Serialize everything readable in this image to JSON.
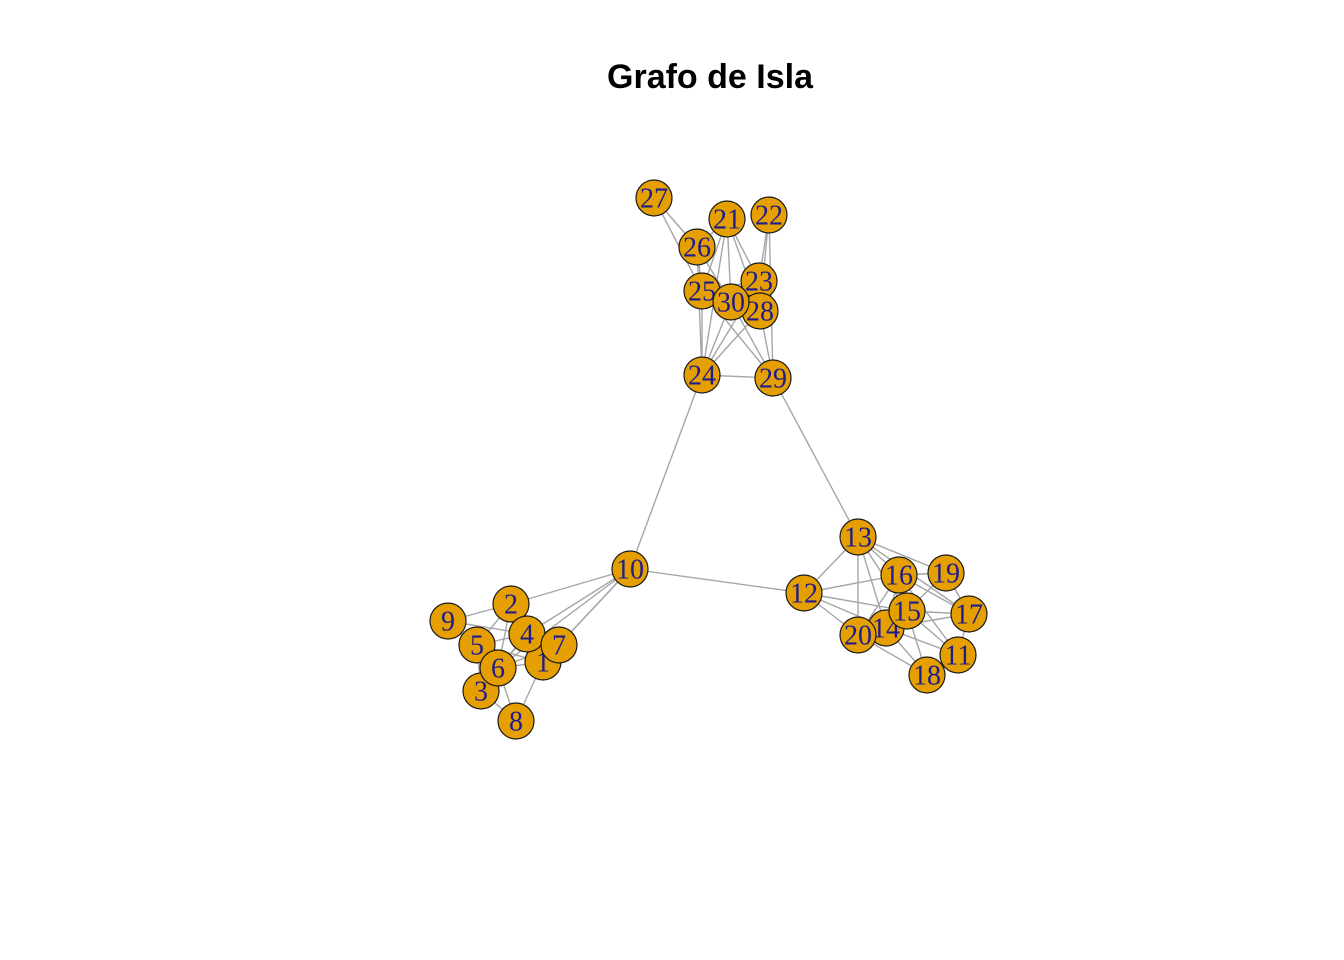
{
  "title": "Grafo de Isla",
  "colors": {
    "node_fill": "#E69F00",
    "node_stroke": "#1a1a1a",
    "label": "#1c1c8c",
    "edge": "#a6a6a6"
  },
  "nodes": [
    {
      "id": "1"
    },
    {
      "id": "2"
    },
    {
      "id": "3"
    },
    {
      "id": "4"
    },
    {
      "id": "5"
    },
    {
      "id": "6"
    },
    {
      "id": "7"
    },
    {
      "id": "8"
    },
    {
      "id": "9"
    },
    {
      "id": "10"
    },
    {
      "id": "11"
    },
    {
      "id": "12"
    },
    {
      "id": "13"
    },
    {
      "id": "14"
    },
    {
      "id": "15"
    },
    {
      "id": "16"
    },
    {
      "id": "17"
    },
    {
      "id": "18"
    },
    {
      "id": "19"
    },
    {
      "id": "20"
    },
    {
      "id": "21"
    },
    {
      "id": "22"
    },
    {
      "id": "23"
    },
    {
      "id": "24"
    },
    {
      "id": "25"
    },
    {
      "id": "26"
    },
    {
      "id": "27"
    },
    {
      "id": "28"
    },
    {
      "id": "29"
    },
    {
      "id": "30"
    }
  ],
  "edges": [
    [
      "2",
      "10"
    ],
    [
      "4",
      "10"
    ],
    [
      "7",
      "10"
    ],
    [
      "1",
      "10"
    ],
    [
      "6",
      "10"
    ],
    [
      "2",
      "4"
    ],
    [
      "2",
      "5"
    ],
    [
      "2",
      "7"
    ],
    [
      "2",
      "1"
    ],
    [
      "2",
      "6"
    ],
    [
      "9",
      "2"
    ],
    [
      "9",
      "4"
    ],
    [
      "9",
      "6"
    ],
    [
      "5",
      "4"
    ],
    [
      "5",
      "6"
    ],
    [
      "5",
      "3"
    ],
    [
      "5",
      "1"
    ],
    [
      "4",
      "7"
    ],
    [
      "4",
      "1"
    ],
    [
      "4",
      "6"
    ],
    [
      "6",
      "1"
    ],
    [
      "6",
      "3"
    ],
    [
      "6",
      "8"
    ],
    [
      "6",
      "7"
    ],
    [
      "3",
      "8"
    ],
    [
      "1",
      "8"
    ],
    [
      "3",
      "4"
    ],
    [
      "7",
      "1"
    ],
    [
      "10",
      "12"
    ],
    [
      "10",
      "24"
    ],
    [
      "12",
      "13"
    ],
    [
      "12",
      "16"
    ],
    [
      "12",
      "15"
    ],
    [
      "12",
      "20"
    ],
    [
      "12",
      "14"
    ],
    [
      "13",
      "16"
    ],
    [
      "13",
      "19"
    ],
    [
      "13",
      "14"
    ],
    [
      "13",
      "20"
    ],
    [
      "13",
      "15"
    ],
    [
      "13",
      "17"
    ],
    [
      "16",
      "19"
    ],
    [
      "16",
      "15"
    ],
    [
      "16",
      "14"
    ],
    [
      "16",
      "17"
    ],
    [
      "16",
      "11"
    ],
    [
      "16",
      "20"
    ],
    [
      "19",
      "17"
    ],
    [
      "19",
      "15"
    ],
    [
      "15",
      "17"
    ],
    [
      "15",
      "14"
    ],
    [
      "15",
      "11"
    ],
    [
      "15",
      "18"
    ],
    [
      "15",
      "20"
    ],
    [
      "17",
      "11"
    ],
    [
      "17",
      "14"
    ],
    [
      "14",
      "20"
    ],
    [
      "14",
      "18"
    ],
    [
      "14",
      "11"
    ],
    [
      "18",
      "11"
    ],
    [
      "20",
      "18"
    ],
    [
      "29",
      "13"
    ],
    [
      "24",
      "29"
    ],
    [
      "27",
      "26"
    ],
    [
      "27",
      "25"
    ],
    [
      "26",
      "21"
    ],
    [
      "26",
      "25"
    ],
    [
      "26",
      "30"
    ],
    [
      "21",
      "25"
    ],
    [
      "21",
      "24"
    ],
    [
      "21",
      "30"
    ],
    [
      "21",
      "23"
    ],
    [
      "21",
      "28"
    ],
    [
      "22",
      "28"
    ],
    [
      "22",
      "29"
    ],
    [
      "22",
      "23"
    ],
    [
      "23",
      "30"
    ],
    [
      "23",
      "28"
    ],
    [
      "23",
      "25"
    ],
    [
      "23",
      "24"
    ],
    [
      "25",
      "30"
    ],
    [
      "25",
      "24"
    ],
    [
      "25",
      "28"
    ],
    [
      "30",
      "28"
    ],
    [
      "30",
      "24"
    ],
    [
      "30",
      "29"
    ],
    [
      "28",
      "29"
    ],
    [
      "28",
      "24"
    ],
    [
      "24",
      "26"
    ],
    [
      "29",
      "25"
    ]
  ]
}
